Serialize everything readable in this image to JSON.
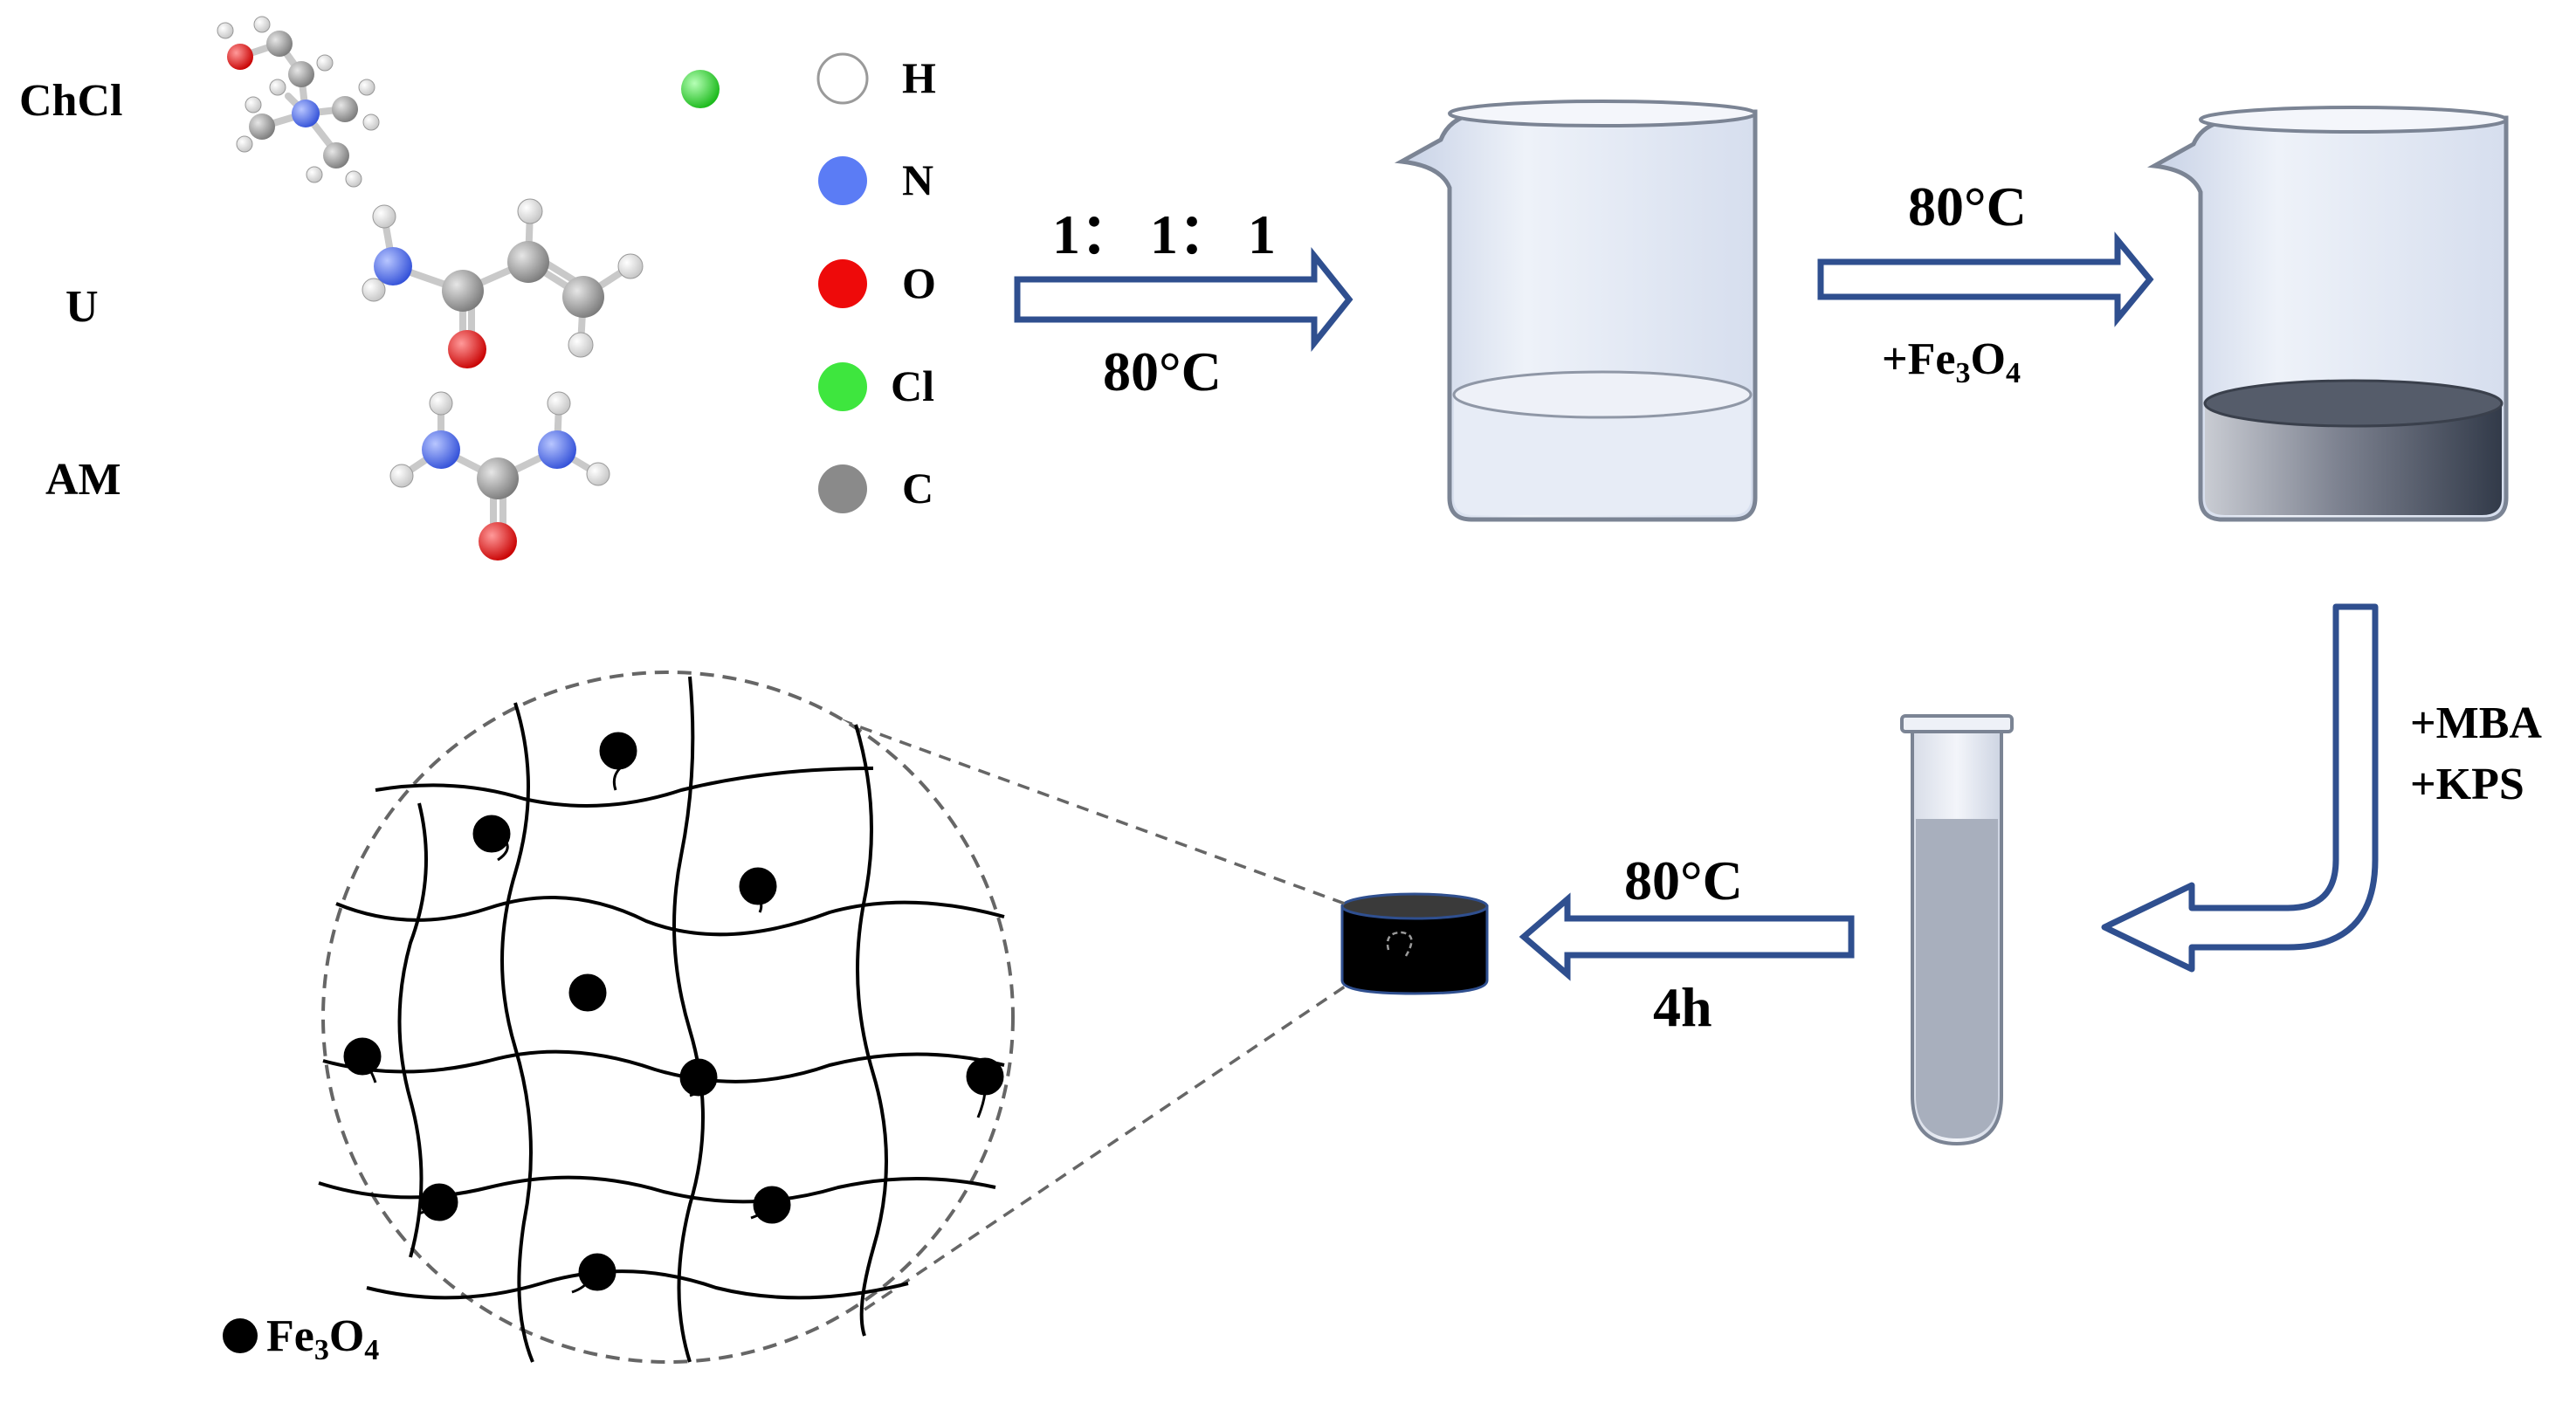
{
  "molecules": {
    "chcl": "ChCl",
    "u": "U",
    "am": "AM"
  },
  "legend": [
    {
      "symbol": "H",
      "color": "#ffffff",
      "edge": "#9a9a9a"
    },
    {
      "symbol": "N",
      "color": "#5b7cf5",
      "edge": "#5b7cf5"
    },
    {
      "symbol": "O",
      "color": "#ee0a0a",
      "edge": "#ee0a0a"
    },
    {
      "symbol": "Cl",
      "color": "#3ee63e",
      "edge": "#3ee63e"
    },
    {
      "symbol": "C",
      "color": "#8a8a8a",
      "edge": "#8a8a8a"
    }
  ],
  "steps": {
    "mix_ratio": "1： 1： 1",
    "mix_temp": "80°C",
    "fe_temp": "80°C",
    "fe_add_prefix": "+Fe",
    "fe_add_sub1": "3",
    "fe_add_mid": "O",
    "fe_add_sub2": "4",
    "mba": "+MBA",
    "kps": "+KPS",
    "cure_temp": "80°C",
    "cure_time": "4h"
  },
  "network_legend": {
    "prefix": "Fe",
    "sub1": "3",
    "mid": "O",
    "sub2": "4"
  },
  "colors": {
    "arrow": "#2f4f8f",
    "beaker_glass": "#dde6f4",
    "beaker_edge": "#7b8494",
    "liquid_dark": "#3c4453",
    "tube_liquid": "#a8afbd"
  }
}
